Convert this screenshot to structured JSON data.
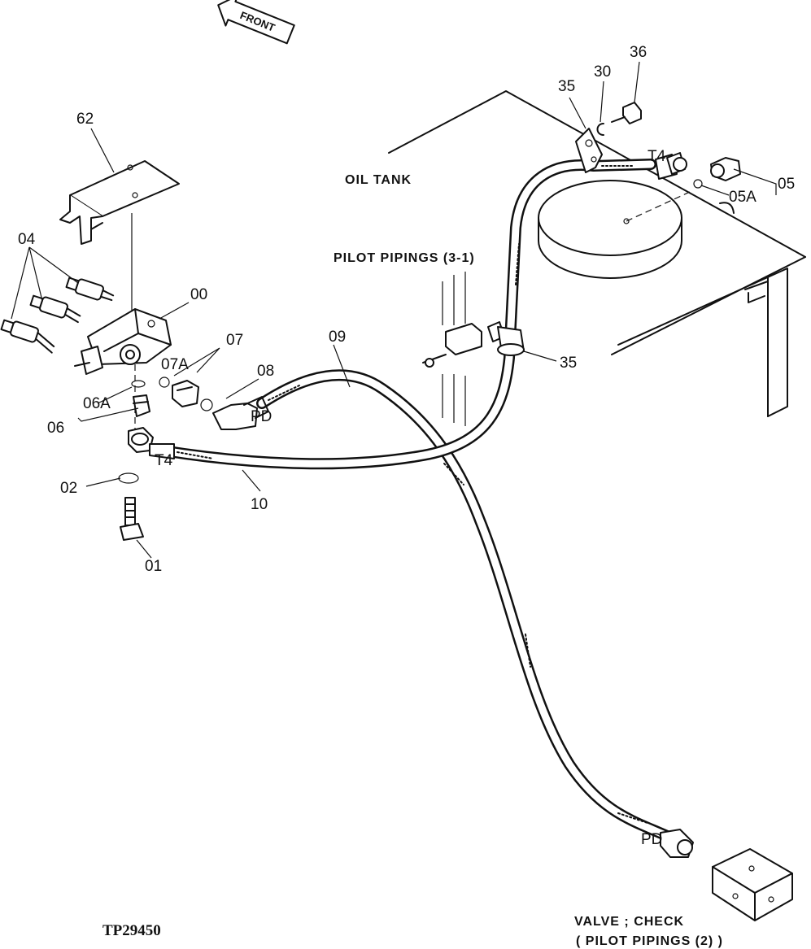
{
  "front_arrow": {
    "label": "FRONT"
  },
  "captions": {
    "oil_tank": "OIL TANK",
    "pilot_pipings_31": "PILOT PIPINGS (3-1)",
    "valve_check_line1": "VALVE ; CHECK",
    "valve_check_line2": "( PILOT PIPINGS (2) )",
    "drawing_code": "TP29450"
  },
  "part_labels": {
    "p62": "62",
    "p04": "04",
    "p00": "00",
    "p07": "07",
    "p07a": "07A",
    "p08": "08",
    "p09": "09",
    "p06a": "06A",
    "p06": "06",
    "p02": "02",
    "p01": "01",
    "p10": "10",
    "p35_top": "35",
    "p30": "30",
    "p36": "36",
    "p05": "05",
    "p05a": "05A",
    "p35_clamp": "35"
  },
  "port_labels": {
    "t4_tank": "T4",
    "t4_valve": "T4",
    "pd_valve": "PD",
    "pd_check": "PD"
  }
}
